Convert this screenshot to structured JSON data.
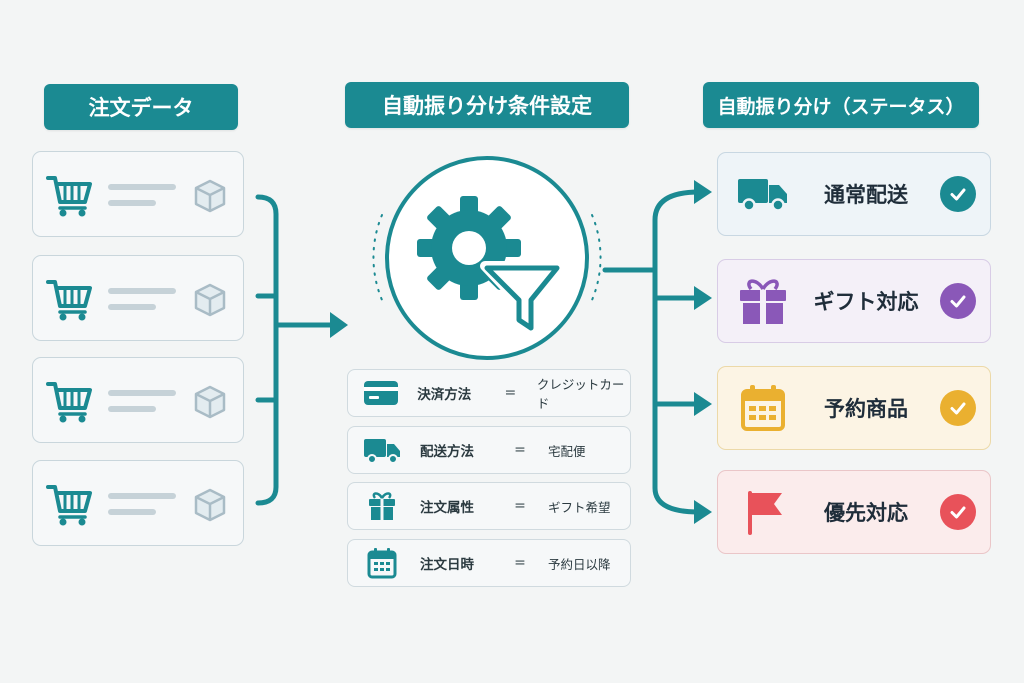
{
  "headers": {
    "orders": "注文データ",
    "conditions": "自動振り分け条件設定",
    "status": "自動振り分け（ステータス）"
  },
  "orders": [
    {
      "icon": "shopping-cart-icon"
    },
    {
      "icon": "shopping-cart-icon"
    },
    {
      "icon": "shopping-cart-icon"
    },
    {
      "icon": "shopping-cart-icon"
    }
  ],
  "engine": {
    "icon": "gear-with-funnel-icon"
  },
  "conditions": [
    {
      "icon": "credit-card-icon",
      "key": "決済方法",
      "op": "=",
      "value": "クレジットカード"
    },
    {
      "icon": "truck-icon",
      "key": "配送方法",
      "op": "=",
      "value": "宅配便"
    },
    {
      "icon": "gift-icon",
      "key": "注文属性",
      "op": "=",
      "value": "ギフト希望"
    },
    {
      "icon": "calendar-icon",
      "key": "注文日時",
      "op": "=",
      "value": "予約日以降"
    }
  ],
  "statuses": [
    {
      "icon": "truck-icon",
      "label": "通常配送",
      "color": "#1b8a92",
      "bg": "#eef4f8",
      "border": "#c8d7e2"
    },
    {
      "icon": "gift-icon",
      "label": "ギフト対応",
      "color": "#8a58b8",
      "bg": "#f4f0f8",
      "border": "#d8cce6"
    },
    {
      "icon": "calendar-icon",
      "label": "予約商品",
      "color": "#eab030",
      "bg": "#fcf4e4",
      "border": "#ecd9a8"
    },
    {
      "icon": "flag-icon",
      "label": "優先対応",
      "color": "#e8525a",
      "bg": "#fbecec",
      "border": "#eac6c8"
    }
  ],
  "colors": {
    "accent": "#1b8a92",
    "line": "#1b8a92",
    "background": "#f3f5f5"
  }
}
